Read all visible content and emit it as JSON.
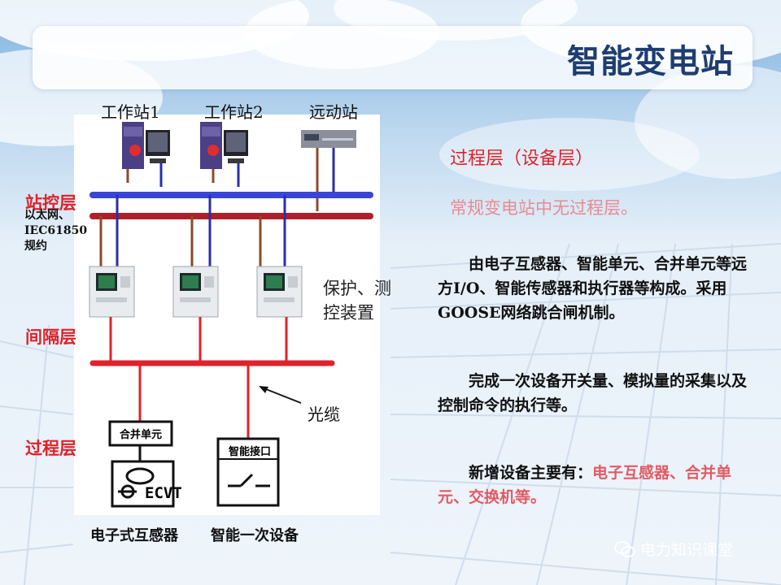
{
  "title": "智能变电站",
  "diagram": {
    "nodes": {
      "workstation1": "工作站1",
      "workstation2": "工作站2",
      "remote_station": "远动站"
    },
    "layers": {
      "station_control": "站控层",
      "bay": "间隔层",
      "process": "过程层"
    },
    "ethernet_note": [
      "以太网、",
      "IEC61850",
      "规约"
    ],
    "protection_label": [
      "保护、测",
      "控装置"
    ],
    "fiber_label": "光缆",
    "merge_unit_box": "合并单元",
    "smart_interface_box": "智能接口",
    "ecvt_text": "ECVT",
    "bottom_labels": {
      "electronic_transformer": "电子式互感器",
      "smart_primary": "智能一次设备"
    }
  },
  "text_panel": {
    "heading": "过程层（设备层）",
    "note": "常规变电站中无过程层。",
    "para1": "由电子互感器、智能单元、合并单元等远方I/O、智能传感器和执行器等构成。采用GOOSE网络跳合闸机制。",
    "para2": "完成一次设备开关量、模拟量的采集以及控制命令的执行等。",
    "para3_prefix": "新增设备主要有：",
    "para3_highlight": "电子互感器、合并单元、交换机等。"
  },
  "watermark": "电力知识课堂",
  "colors": {
    "title": "#1e3d72",
    "red_label": "#e0222a",
    "pink_note": "#e98a93",
    "highlight": "#e35a64",
    "bus_blue": "#3a44d8",
    "bus_red": "#b01e2a",
    "bus_process": "#e0222a"
  }
}
